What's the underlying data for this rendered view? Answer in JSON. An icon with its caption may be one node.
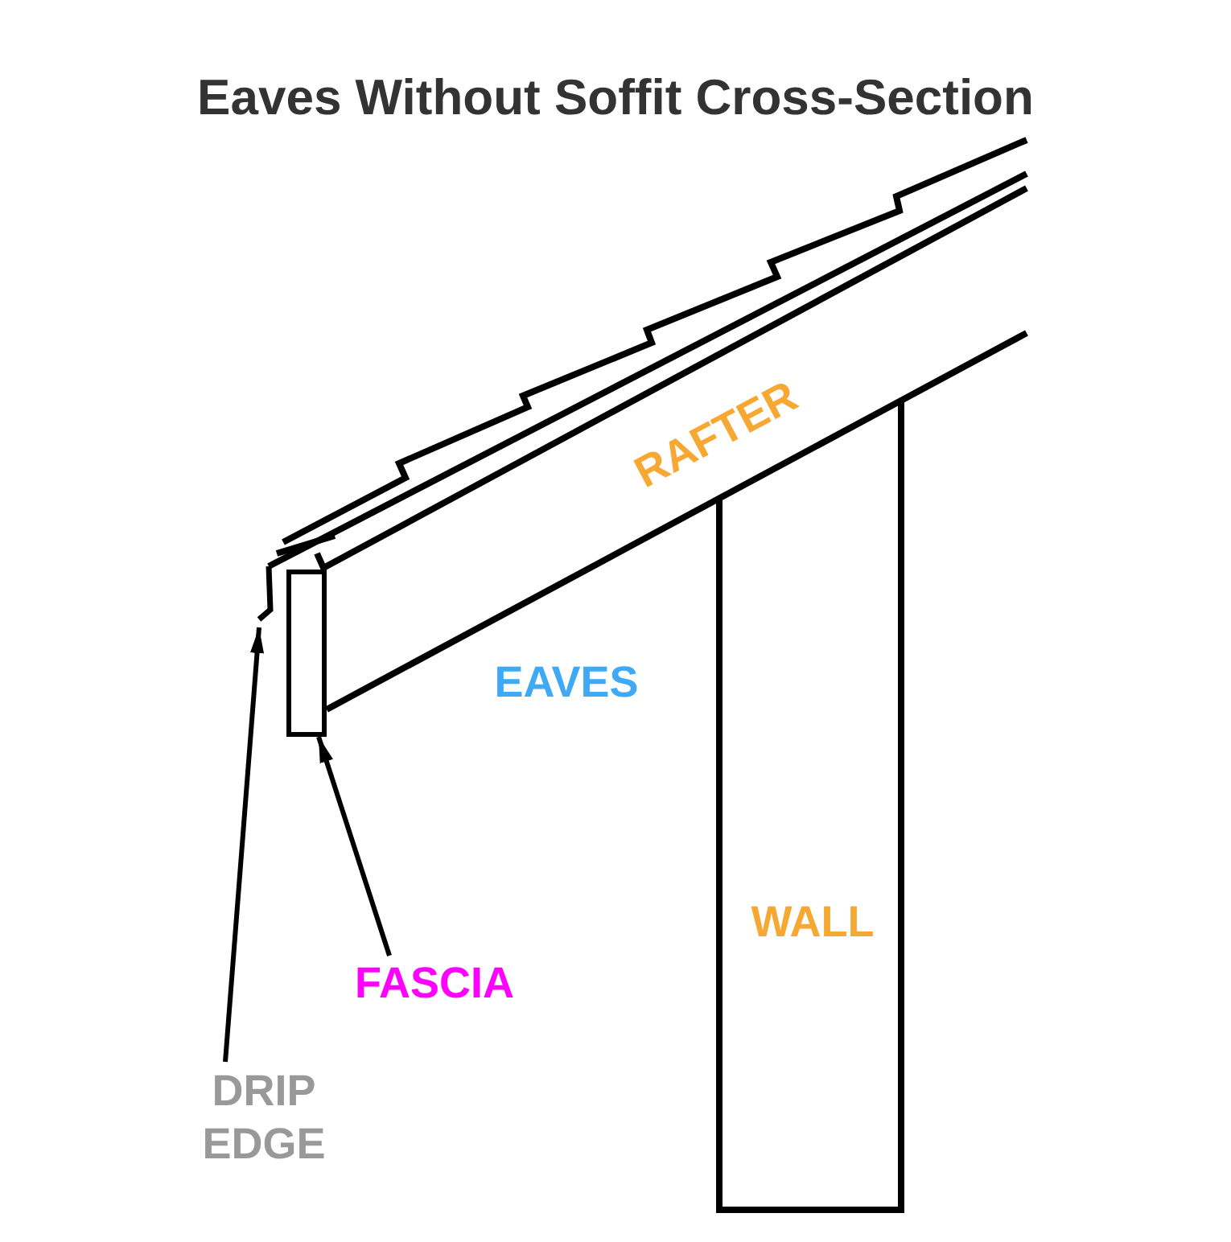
{
  "diagram": {
    "title": "Eaves Without Soffit Cross-Section",
    "nodes": [
      {
        "text": [
          "DRIP EDGE"
        ]
      },
      {
        "text": [],
        "shape": "picture"
      },
      {
        "text": [
          "FASCIA"
        ]
      },
      {
        "text": [],
        "shape": "box"
      }
    ],
    "edges": [
      {
        "from": 0,
        "to": 1,
        "arrow": "to"
      },
      {
        "from": 2,
        "to": 3,
        "arrow": "to"
      }
    ],
    "labels": [
      "RAFTER",
      "EAVES",
      "WALL"
    ]
  }
}
